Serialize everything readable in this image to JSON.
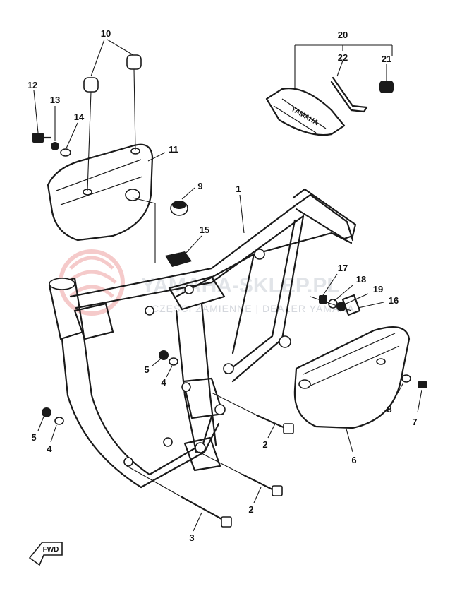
{
  "watermark": {
    "title": "YAMAHA-SKLEP.PL",
    "subtitle": "CZĘŚCI ZAMIENNE | DEALER YAMAHA"
  },
  "toolbag": {
    "brand_text": "YAMAHA"
  },
  "direction_label": "FWD",
  "callouts": [
    {
      "id": "c1",
      "label": "1"
    },
    {
      "id": "c2a",
      "label": "2"
    },
    {
      "id": "c2b",
      "label": "2"
    },
    {
      "id": "c3",
      "label": "3"
    },
    {
      "id": "c4a",
      "label": "4"
    },
    {
      "id": "c4b",
      "label": "4"
    },
    {
      "id": "c5a",
      "label": "5"
    },
    {
      "id": "c5b",
      "label": "5"
    },
    {
      "id": "c6",
      "label": "6"
    },
    {
      "id": "c7",
      "label": "7"
    },
    {
      "id": "c8",
      "label": "8"
    },
    {
      "id": "c9",
      "label": "9"
    },
    {
      "id": "c10",
      "label": "10"
    },
    {
      "id": "c11",
      "label": "11"
    },
    {
      "id": "c12",
      "label": "12"
    },
    {
      "id": "c13",
      "label": "13"
    },
    {
      "id": "c14",
      "label": "14"
    },
    {
      "id": "c15",
      "label": "15"
    },
    {
      "id": "c16",
      "label": "16"
    },
    {
      "id": "c17",
      "label": "17"
    },
    {
      "id": "c18",
      "label": "18"
    },
    {
      "id": "c19",
      "label": "19"
    },
    {
      "id": "c20",
      "label": "20"
    },
    {
      "id": "c21",
      "label": "21"
    },
    {
      "id": "c22",
      "label": "22"
    }
  ]
}
